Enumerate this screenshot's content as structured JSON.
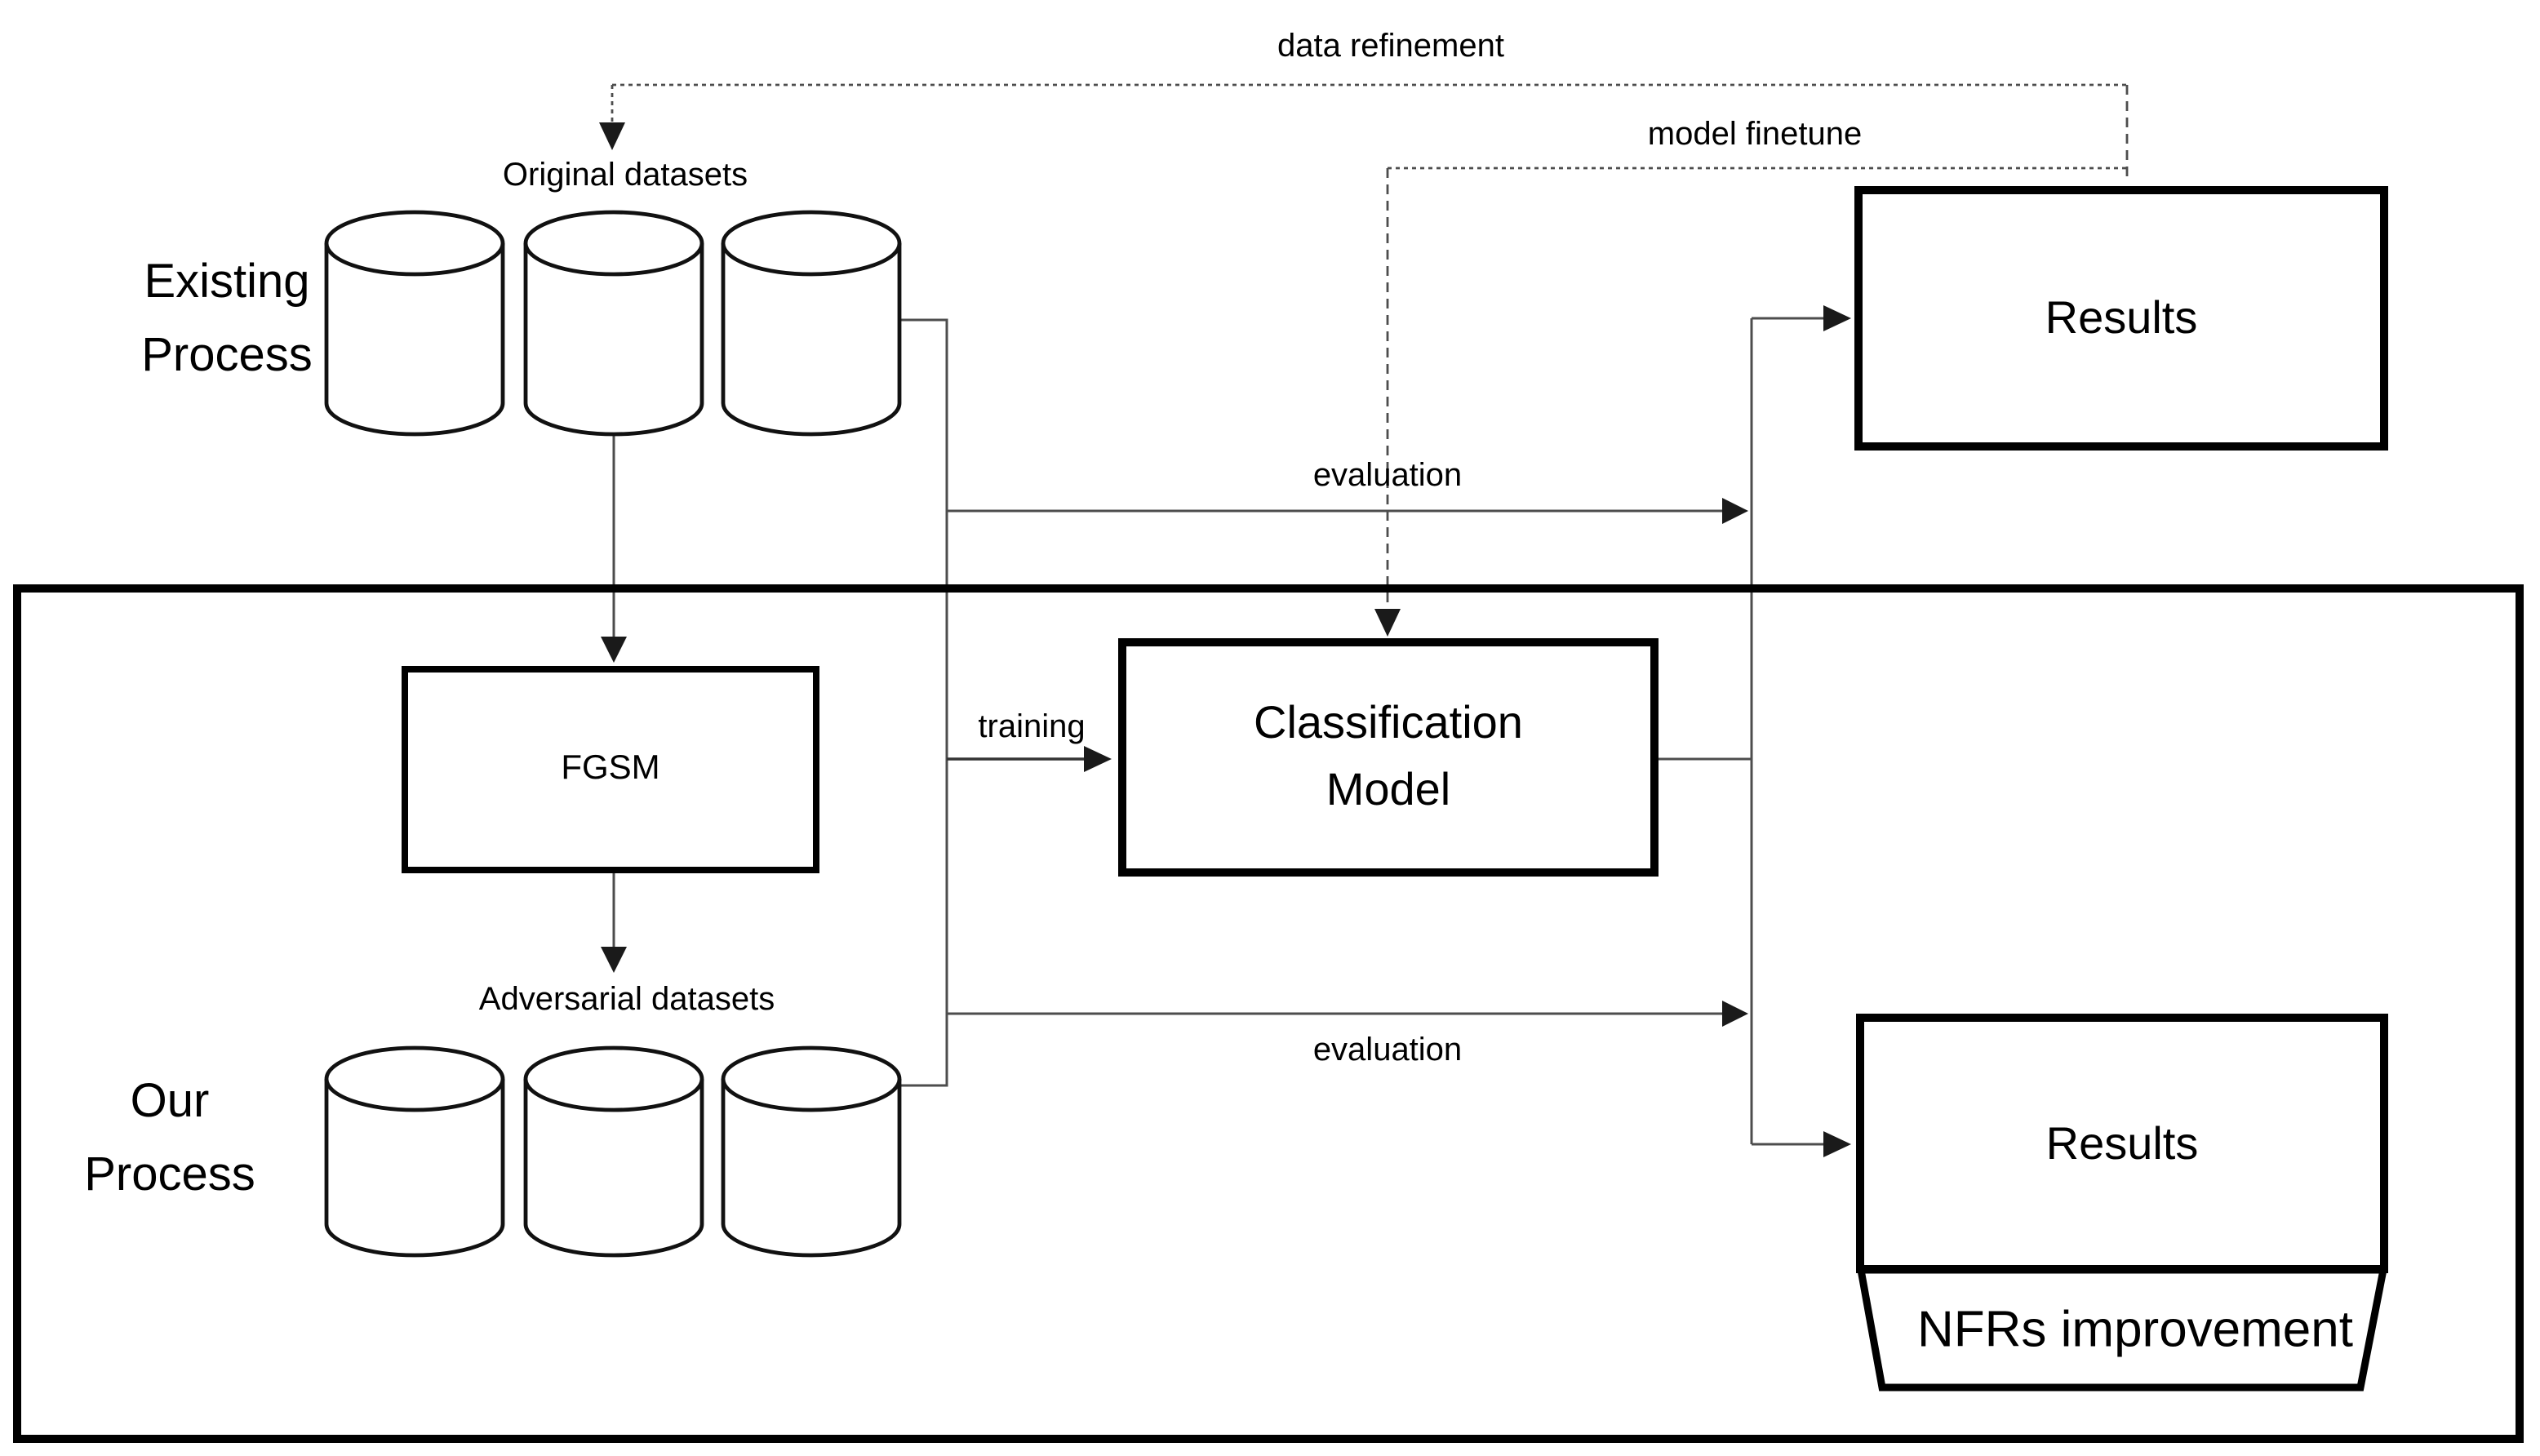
{
  "diagram": {
    "colors": {
      "background": "#ffffff",
      "thin_line": "#4d4d4d",
      "thick_line": "#000000",
      "text": "#000000"
    },
    "existing_process": {
      "label_line1": "Existing",
      "label_line2": "Process",
      "datasets_label": "Original datasets",
      "dataset_cylinder_count": 3,
      "results_label": "Results"
    },
    "our_process": {
      "label_line1": "Our",
      "label_line2": "Process",
      "fgsm_label": "FGSM",
      "datasets_label": "Adversarial datasets",
      "dataset_cylinder_count": 3,
      "classification_line1": "Classification",
      "classification_line2": "Model",
      "results_label": "Results",
      "nfrs_label": "NFRs improvement"
    },
    "edge_labels": {
      "data_refinement": "data refinement",
      "model_finetune": "model finetune",
      "evaluation_existing": "evaluation",
      "training": "training",
      "evaluation_our": "evaluation"
    }
  }
}
